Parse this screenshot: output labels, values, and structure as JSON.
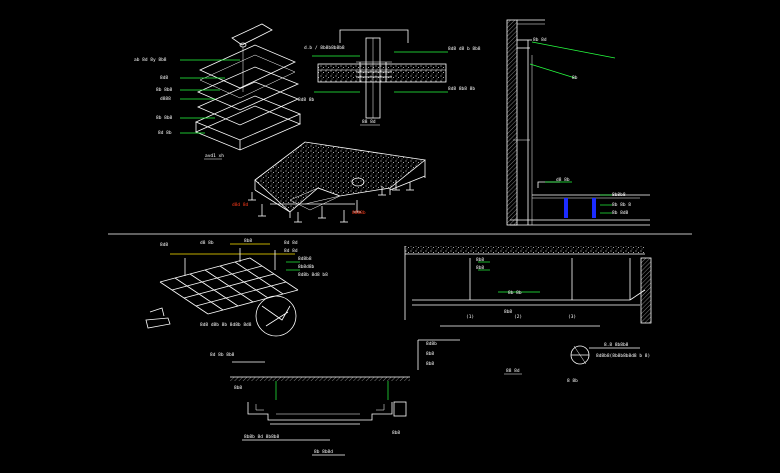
{
  "colors": {
    "background": "#000000",
    "line": "#ffffff",
    "leader": "#26ff40",
    "dimension": "#ffe400",
    "tag": "#ff3a1a",
    "post": "#1c2cff",
    "cyan": "#3fe0ff"
  },
  "floor_layers": {
    "title": "avd1 xh",
    "labels": [
      "ab 8d 8y 8b8",
      "8d8",
      "8b 8b8",
      "d888",
      "8b 8b8",
      "8d 8b"
    ]
  },
  "pedestal_floor": {
    "tags": [
      "d8d 8d",
      "8888b"
    ]
  },
  "floor_joint": {
    "title": "88 8d",
    "labels": [
      "d.b / 8b8b8b8b8",
      "8d8 d8 b 8b8",
      "8d8 8b",
      "8d8 8b8 8b"
    ]
  },
  "wall_section": {
    "labels": [
      "8b 8d",
      "8b",
      "d8 8b",
      "8b8b8",
      "8b 8b 8",
      "8b 8d8"
    ]
  },
  "ceiling_grid": {
    "labels": [
      "8d8",
      "d8 8b",
      "8b8",
      "8d 8d",
      "8d 8d",
      "8d8b8",
      "8b8d8b",
      "8d8b 8d8 b8"
    ],
    "caption": "8d8 d8b 8b 8d8b 8d8"
  },
  "ceiling_section": {
    "labels": [
      "8b8",
      "8b8",
      "(1)",
      "(2)",
      "(3)",
      "8b 8b",
      "8b8",
      "8d8b",
      "8b8",
      "88 8d"
    ],
    "detail_label": "8.8 8b8b8",
    "detail_note": "8d8b8(8b8b8b8d8 b 8)",
    "bubble_label": "8 8b"
  },
  "light_trough": {
    "labels": [
      "8d 8b 8b8",
      "8b8",
      "8b8b 8d 8b8b8",
      "8b 8b8d",
      "8b8"
    ]
  }
}
